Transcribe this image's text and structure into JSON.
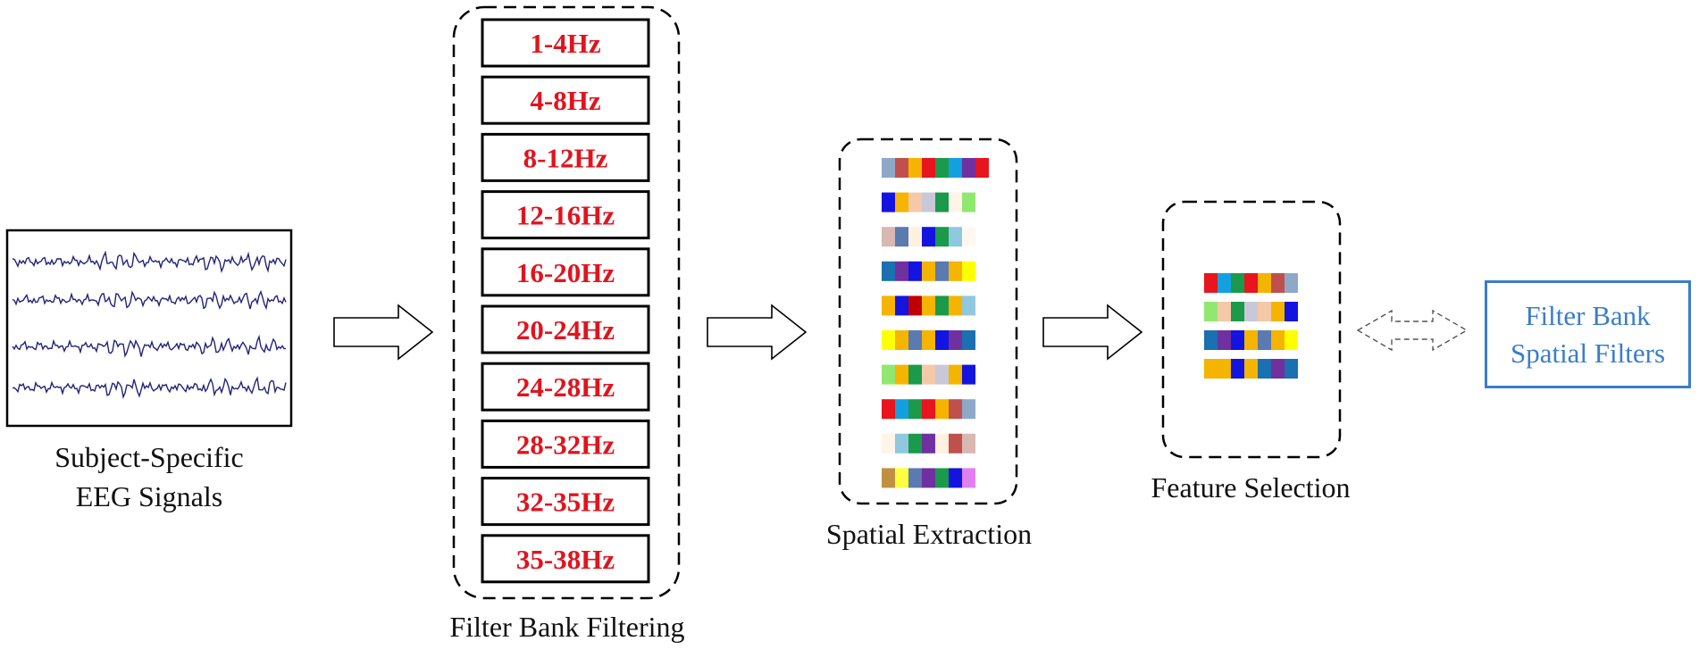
{
  "eeg": {
    "caption_line1": "Subject-Specific",
    "caption_line2": "EEG Signals"
  },
  "filter_bank": {
    "caption": "Filter Bank Filtering",
    "label_color": "#e0141e",
    "bands": [
      "1-4Hz",
      "4-8Hz",
      "8-12Hz",
      "12-16Hz",
      "16-20Hz",
      "20-24Hz",
      "24-28Hz",
      "28-32Hz",
      "32-35Hz",
      "35-38Hz"
    ]
  },
  "spatial_extraction": {
    "caption": "Spatial Extraction",
    "feature_rows": [
      [
        "#8fa8c8",
        "#c0504d",
        "#f5b400",
        "#e8141e",
        "#1a9a4a",
        "#14a0e0",
        "#7030a0",
        "#e8141e"
      ],
      [
        "#1414e0",
        "#f5b400",
        "#f5c8a8",
        "#c8c8d8",
        "#1a9a4a",
        "#fff4e8",
        "#90e870",
        "#ffffff"
      ],
      [
        "#d8b8b0",
        "#5a7ab0",
        "#fff0e0",
        "#1414e0",
        "#1a9a4a",
        "#90c8e0",
        "#fff8f0",
        "#ffffff"
      ],
      [
        "#1a70b0",
        "#7030a0",
        "#1414e0",
        "#f5b400",
        "#5a7ab0",
        "#f5b400",
        "#ffff00",
        "#ffffff"
      ],
      [
        "#f5b400",
        "#1414e0",
        "#c00000",
        "#f5b400",
        "#1a9a4a",
        "#f5b400",
        "#90c8e0",
        "#ffffff"
      ],
      [
        "#ffff00",
        "#f5b400",
        "#5a7ab0",
        "#f5b400",
        "#1414e0",
        "#7030a0",
        "#1a70b0",
        "#ffffff"
      ],
      [
        "#90e870",
        "#f5b400",
        "#1a9a4a",
        "#f5c8a8",
        "#c8c8d8",
        "#f5b400",
        "#1414e0",
        "#ffffff"
      ],
      [
        "#e8141e",
        "#14a0e0",
        "#1a9a4a",
        "#e8141e",
        "#f5b400",
        "#c0504d",
        "#8fa8c8",
        "#ffffff"
      ],
      [
        "#fff4e8",
        "#90c8e0",
        "#1a9a4a",
        "#7030a0",
        "#fff0e0",
        "#c0504d",
        "#d8b8b0",
        "#ffffff"
      ],
      [
        "#c09040",
        "#ffff40",
        "#5a7ab0",
        "#7030a0",
        "#1a9a4a",
        "#1414e0",
        "#e080f0",
        "#ffffff"
      ]
    ]
  },
  "feature_selection": {
    "caption": "Feature Selection",
    "feature_rows": [
      [
        "#e8141e",
        "#14a0e0",
        "#1a9a4a",
        "#e8141e",
        "#f5b400",
        "#c0504d",
        "#8fa8c8"
      ],
      [
        "#90e870",
        "#f5c8a8",
        "#1a9a4a",
        "#c8c8d8",
        "#f5c8a8",
        "#f5b400",
        "#1414e0"
      ],
      [
        "#1a70b0",
        "#7030a0",
        "#1414e0",
        "#f5b400",
        "#5a7ab0",
        "#f5b400",
        "#ffff00"
      ],
      [
        "#f5b400",
        "#f5b400",
        "#1414e0",
        "#f5b400",
        "#1a70b0",
        "#7030a0",
        "#1a70b0"
      ]
    ]
  },
  "output": {
    "line1": "Filter Bank",
    "line2": "Spatial Filters",
    "color": "#3a7dc8"
  }
}
